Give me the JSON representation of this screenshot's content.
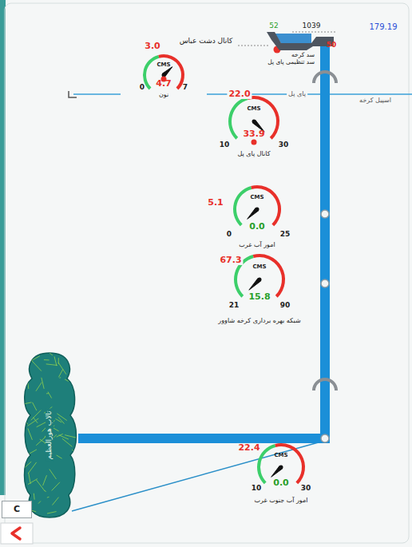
{
  "diagram": {
    "nodes": [
      {
        "text": [
          "سد کرخه",
          "سد تنظیمی پای پل"
        ]
      },
      {
        "text": [
          "3.0",
          "CMS",
          "4.7",
          "0",
          "7",
          "نون"
        ]
      },
      {
        "text": [
          "22.0",
          "CMS",
          "33.9",
          "10",
          "30",
          "کانال پای پل"
        ]
      },
      {
        "text": [
          "5.1",
          "CMS",
          "0.0",
          "0",
          "25",
          "امور آب غرب"
        ]
      },
      {
        "text": [
          "67.3",
          "CMS",
          "15.8",
          "21",
          "90",
          "شبکه بهره برداری کرخه شاوور"
        ]
      },
      {
        "text": [
          "22.4",
          "CMS",
          "0.0",
          "10",
          "30",
          "امور آب جنوب غرب"
        ]
      },
      {
        "text": [
          "تالاب هورالعظیم"
        ]
      }
    ],
    "edges": [
      {
        "from": 0,
        "to": 6,
        "arrow": "none"
      }
    ],
    "labels": [
      "52",
      "1039",
      "179.19",
      "50",
      "کانال دشت عباس",
      "پای پل",
      "اسپیل کرخه",
      "C"
    ]
  }
}
